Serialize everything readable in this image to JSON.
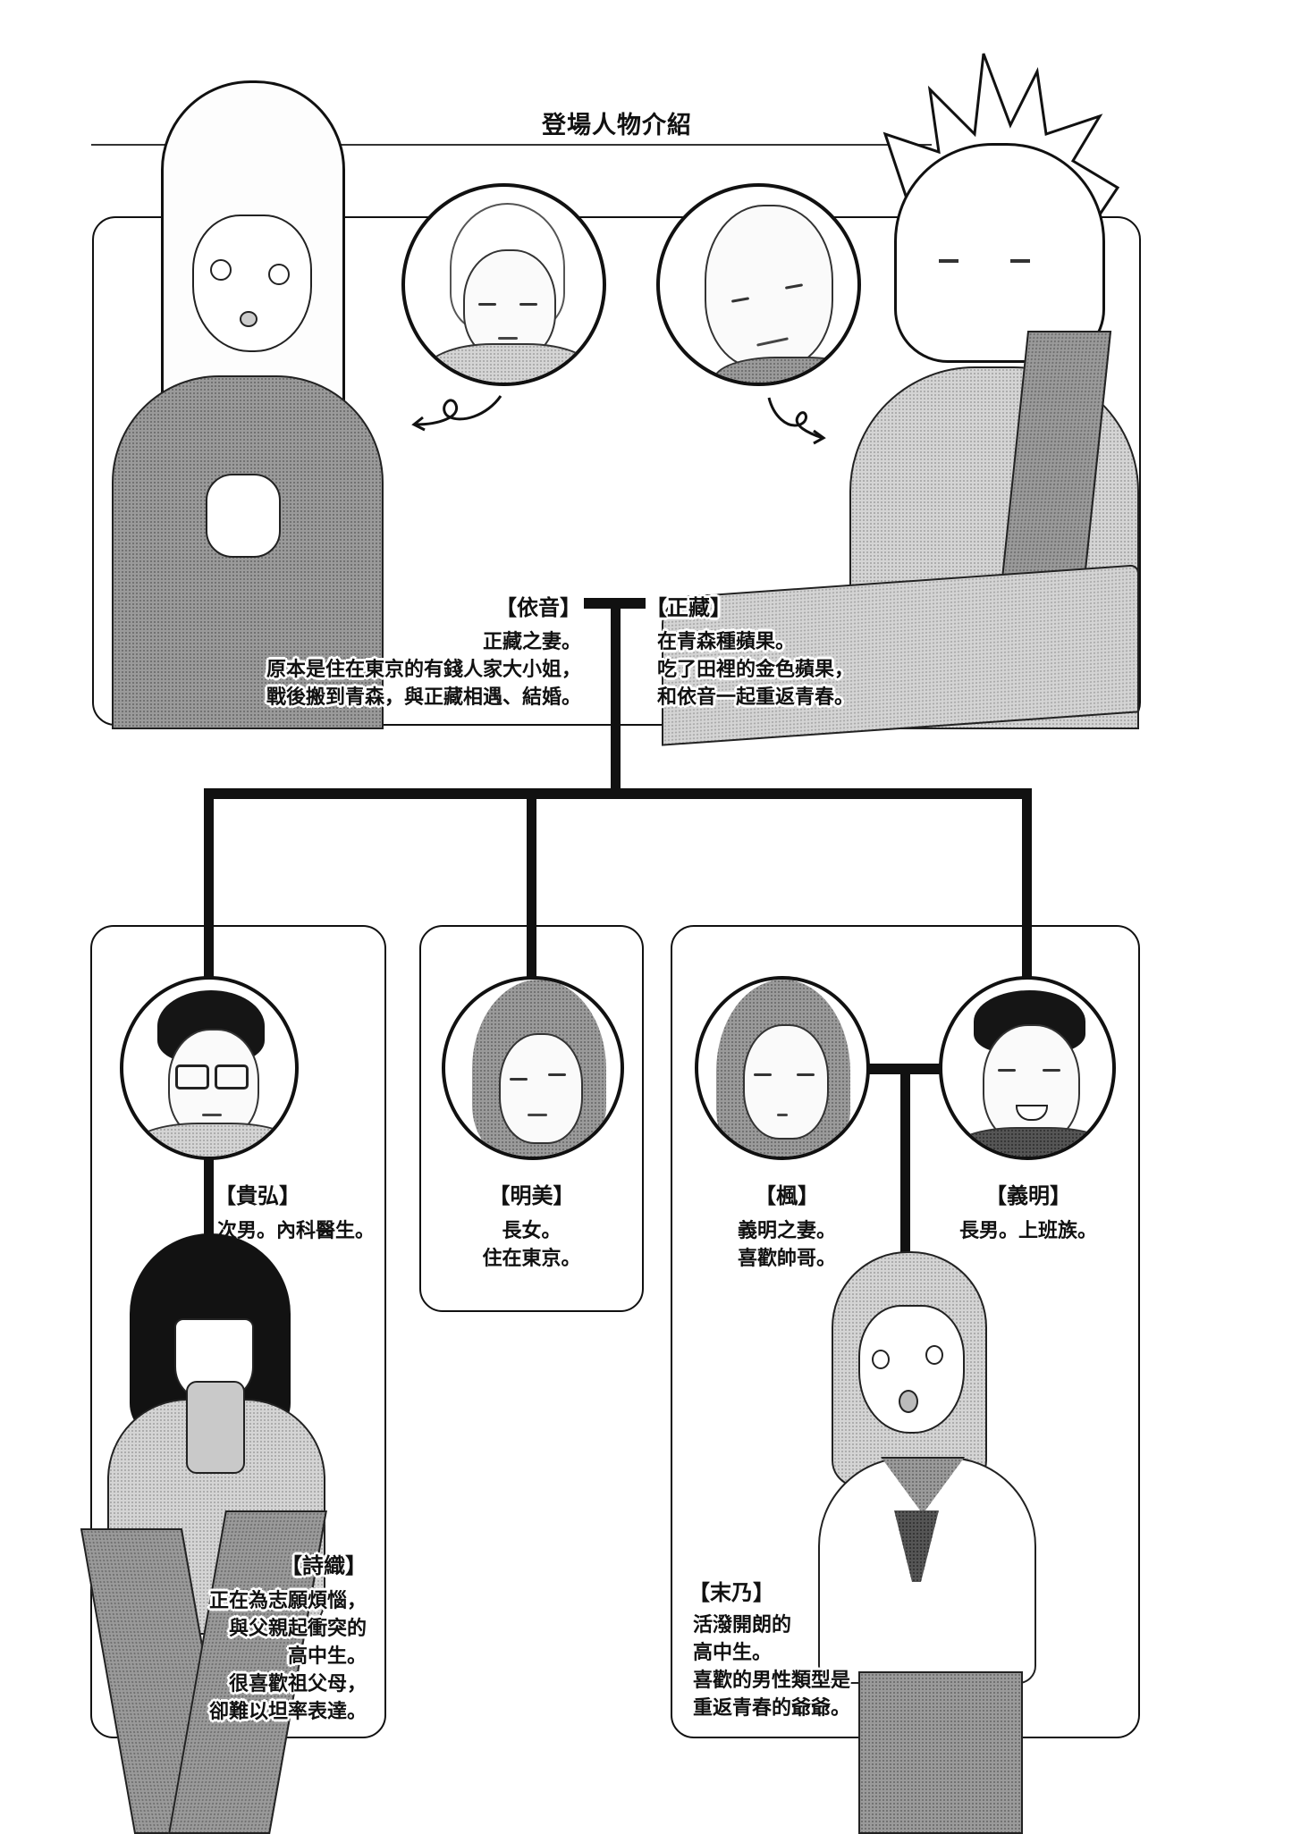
{
  "page": {
    "title": "登場人物介紹",
    "accent_color": "#111111",
    "background_color": "#ffffff"
  },
  "grandparents": {
    "wife": {
      "name": "【依音】",
      "lines": [
        "正藏之妻。",
        "原本是住在東京的有錢人家大小姐，",
        "戰後搬到青森，與正藏相遇、結婚。"
      ],
      "portrait_icon": "elderly-woman-portrait"
    },
    "husband": {
      "name": "【正藏】",
      "lines": [
        "在青森種蘋果。",
        "吃了田裡的金色蘋果，",
        "和依音一起重返青春。"
      ],
      "portrait_icon": "elderly-man-portrait"
    }
  },
  "children": [
    {
      "name": "【貴弘】",
      "lines": [
        "次男。內科醫生。"
      ],
      "portrait_icon": "man-with-glasses-portrait"
    },
    {
      "name": "【明美】",
      "lines": [
        "長女。",
        "住在東京。"
      ],
      "portrait_icon": "woman-portrait"
    },
    {
      "name": "【楓】",
      "lines": [
        "義明之妻。",
        "喜歡帥哥。"
      ],
      "portrait_icon": "woman-closed-eyes-portrait"
    },
    {
      "name": "【義明】",
      "lines": [
        "長男。上班族。"
      ],
      "portrait_icon": "man-in-suit-portrait"
    }
  ],
  "grandchildren": [
    {
      "name": "【詩織】",
      "lines": [
        "正在為志願煩惱，",
        "與父親起衝突的",
        "高中生。",
        "很喜歡祖父母，",
        "卻難以坦率表達。"
      ]
    },
    {
      "name": "【末乃】",
      "lines": [
        "活潑開朗的",
        "高中生。",
        "喜歡的男性類型是",
        "重返青春的爺爺。"
      ]
    }
  ]
}
